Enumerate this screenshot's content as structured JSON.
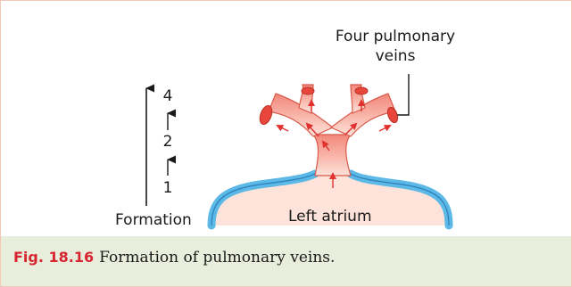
{
  "labels": {
    "veins": "Four pulmonary veins",
    "atrium": "Left atrium",
    "formation": "Formation"
  },
  "steps": [
    "4",
    "2",
    "1"
  ],
  "caption": {
    "figure": "Fig. 18.16",
    "text": "Formation of pulmonary veins."
  },
  "colors": {
    "vessel_fill": "#f7a89c",
    "atrium_wall": "#5cb8e6",
    "arrow_red": "#e0312f",
    "caption_bg": "#e8eddc",
    "caption_fig": "#d7262f"
  }
}
